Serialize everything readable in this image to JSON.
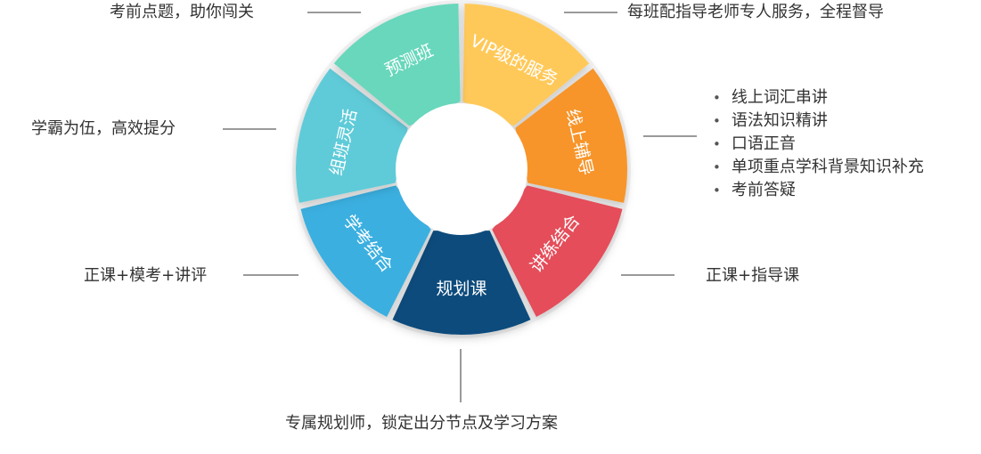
{
  "segments": [
    {
      "key": "vip",
      "label": "VIP级的服务",
      "color": "#FFC95A"
    },
    {
      "key": "online",
      "label": "线上辅导",
      "color": "#F7952C"
    },
    {
      "key": "practice",
      "label": "讲练结合",
      "color": "#E54E5A"
    },
    {
      "key": "plan",
      "label": "规划课",
      "color": "#0C4C7B"
    },
    {
      "key": "study",
      "label": "学考结合",
      "color": "#3AAFE0"
    },
    {
      "key": "group",
      "label": "组班灵活",
      "color": "#5ECBD8"
    },
    {
      "key": "predict",
      "label": "预测班",
      "color": "#67D7BC"
    }
  ],
  "notes": {
    "predict": "考前点题，助你闯关",
    "vip": "每班配指导老师专人服务，全程督导",
    "group": "学霸为伍，高效提分",
    "study": "正课+模考+讲评",
    "practice": "正课+指导课",
    "plan": "专属规划师，锁定出分节点及学习方案"
  },
  "online_items": [
    "线上词汇串讲",
    "语法知识精讲",
    "口语正音",
    "单项重点学科背景知识补充",
    "考前答疑"
  ]
}
